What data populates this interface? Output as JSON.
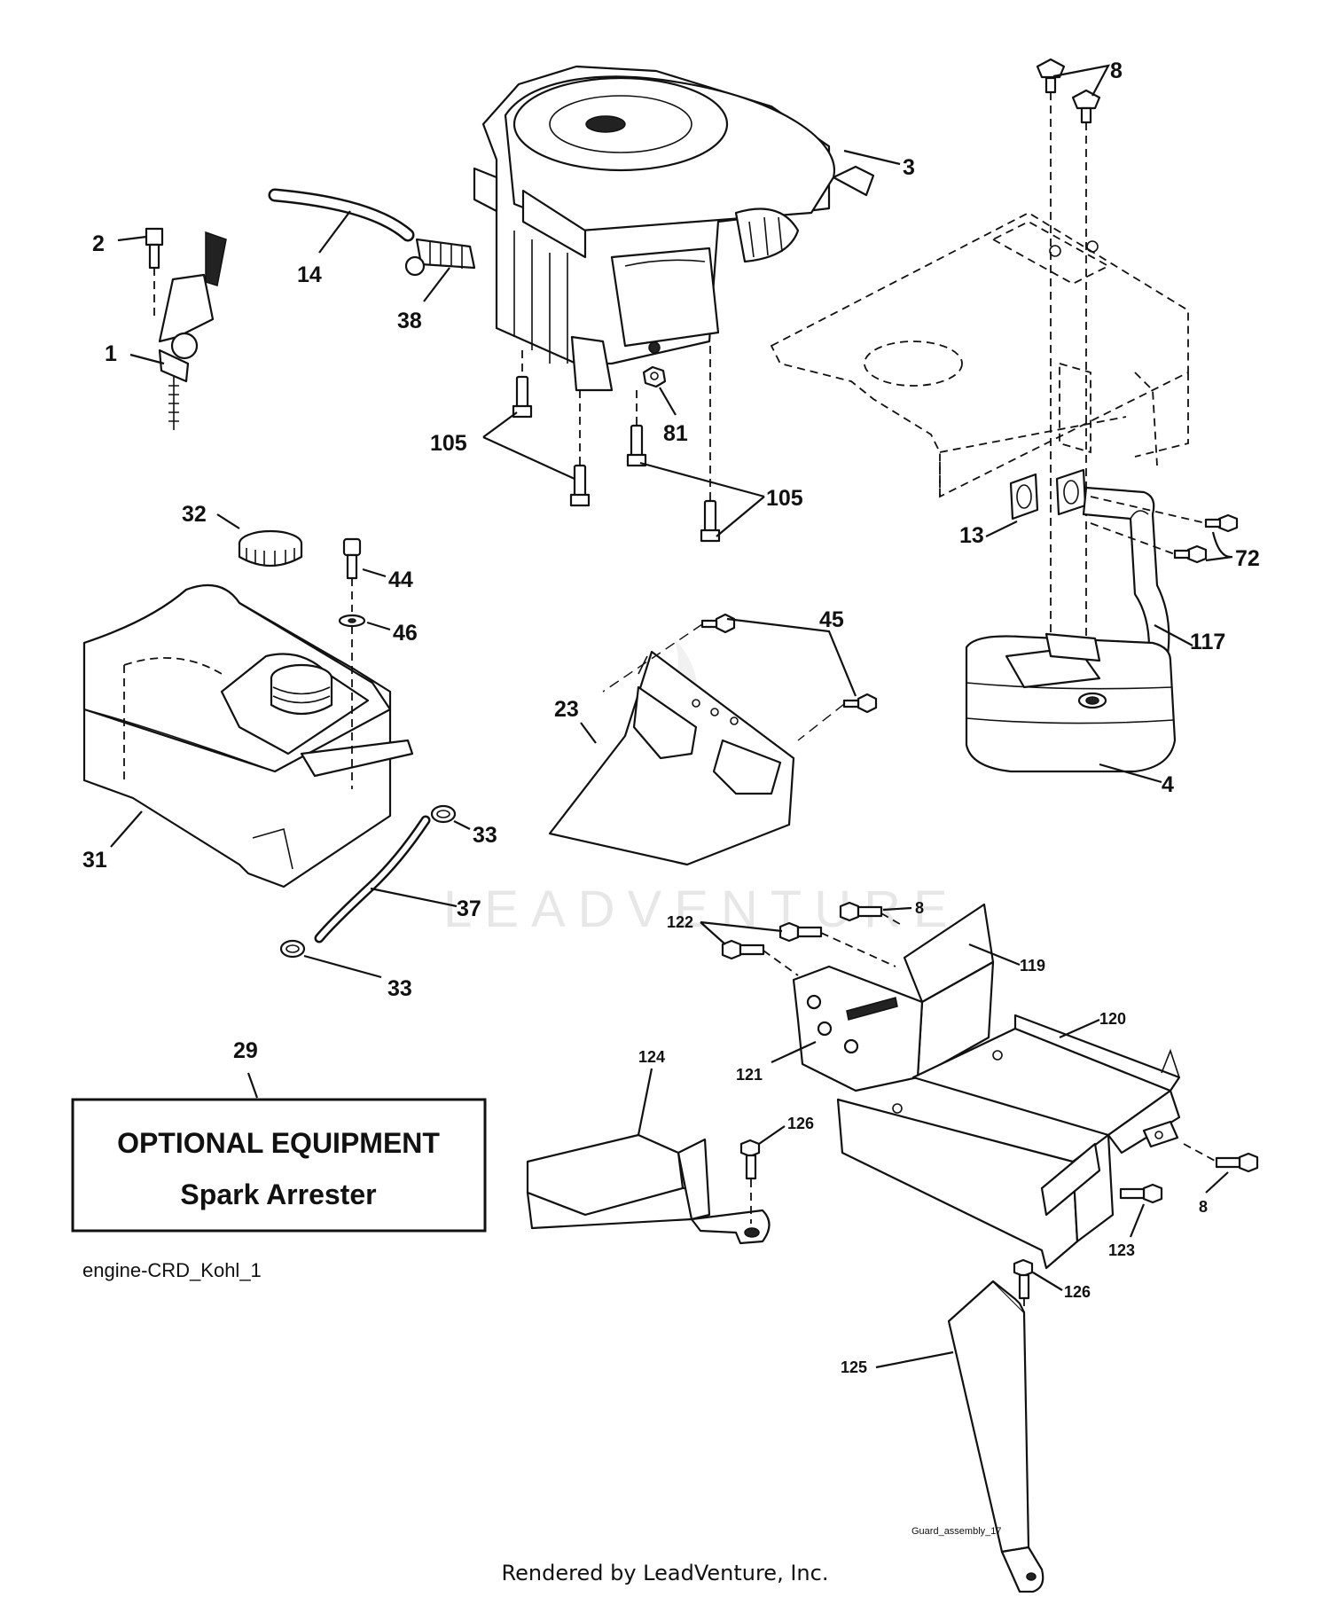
{
  "callouts": {
    "c1": "1",
    "c2": "2",
    "c3": "3",
    "c4": "4",
    "c8a": "8",
    "c8b": "8",
    "c8c": "8",
    "c13": "13",
    "c14": "14",
    "c23": "23",
    "c29": "29",
    "c31": "31",
    "c32": "32",
    "c33a": "33",
    "c33b": "33",
    "c37": "37",
    "c38": "38",
    "c44": "44",
    "c45": "45",
    "c46": "46",
    "c72": "72",
    "c81": "81",
    "c105a": "105",
    "c105b": "105",
    "c117": "117",
    "c119": "119",
    "c120": "120",
    "c121": "121",
    "c122": "122",
    "c123": "123",
    "c124": "124",
    "c125": "125",
    "c126a": "126",
    "c126b": "126"
  },
  "optional_box": {
    "title": "OPTIONAL EQUIPMENT",
    "subtitle": "Spark Arrester"
  },
  "diagram_codes": {
    "engine": "engine-CRD_Kohl_1",
    "guard": "Guard_assembly_17"
  },
  "watermark": "LEADVENTURE",
  "footer": "Rendered by LeadVenture, Inc."
}
